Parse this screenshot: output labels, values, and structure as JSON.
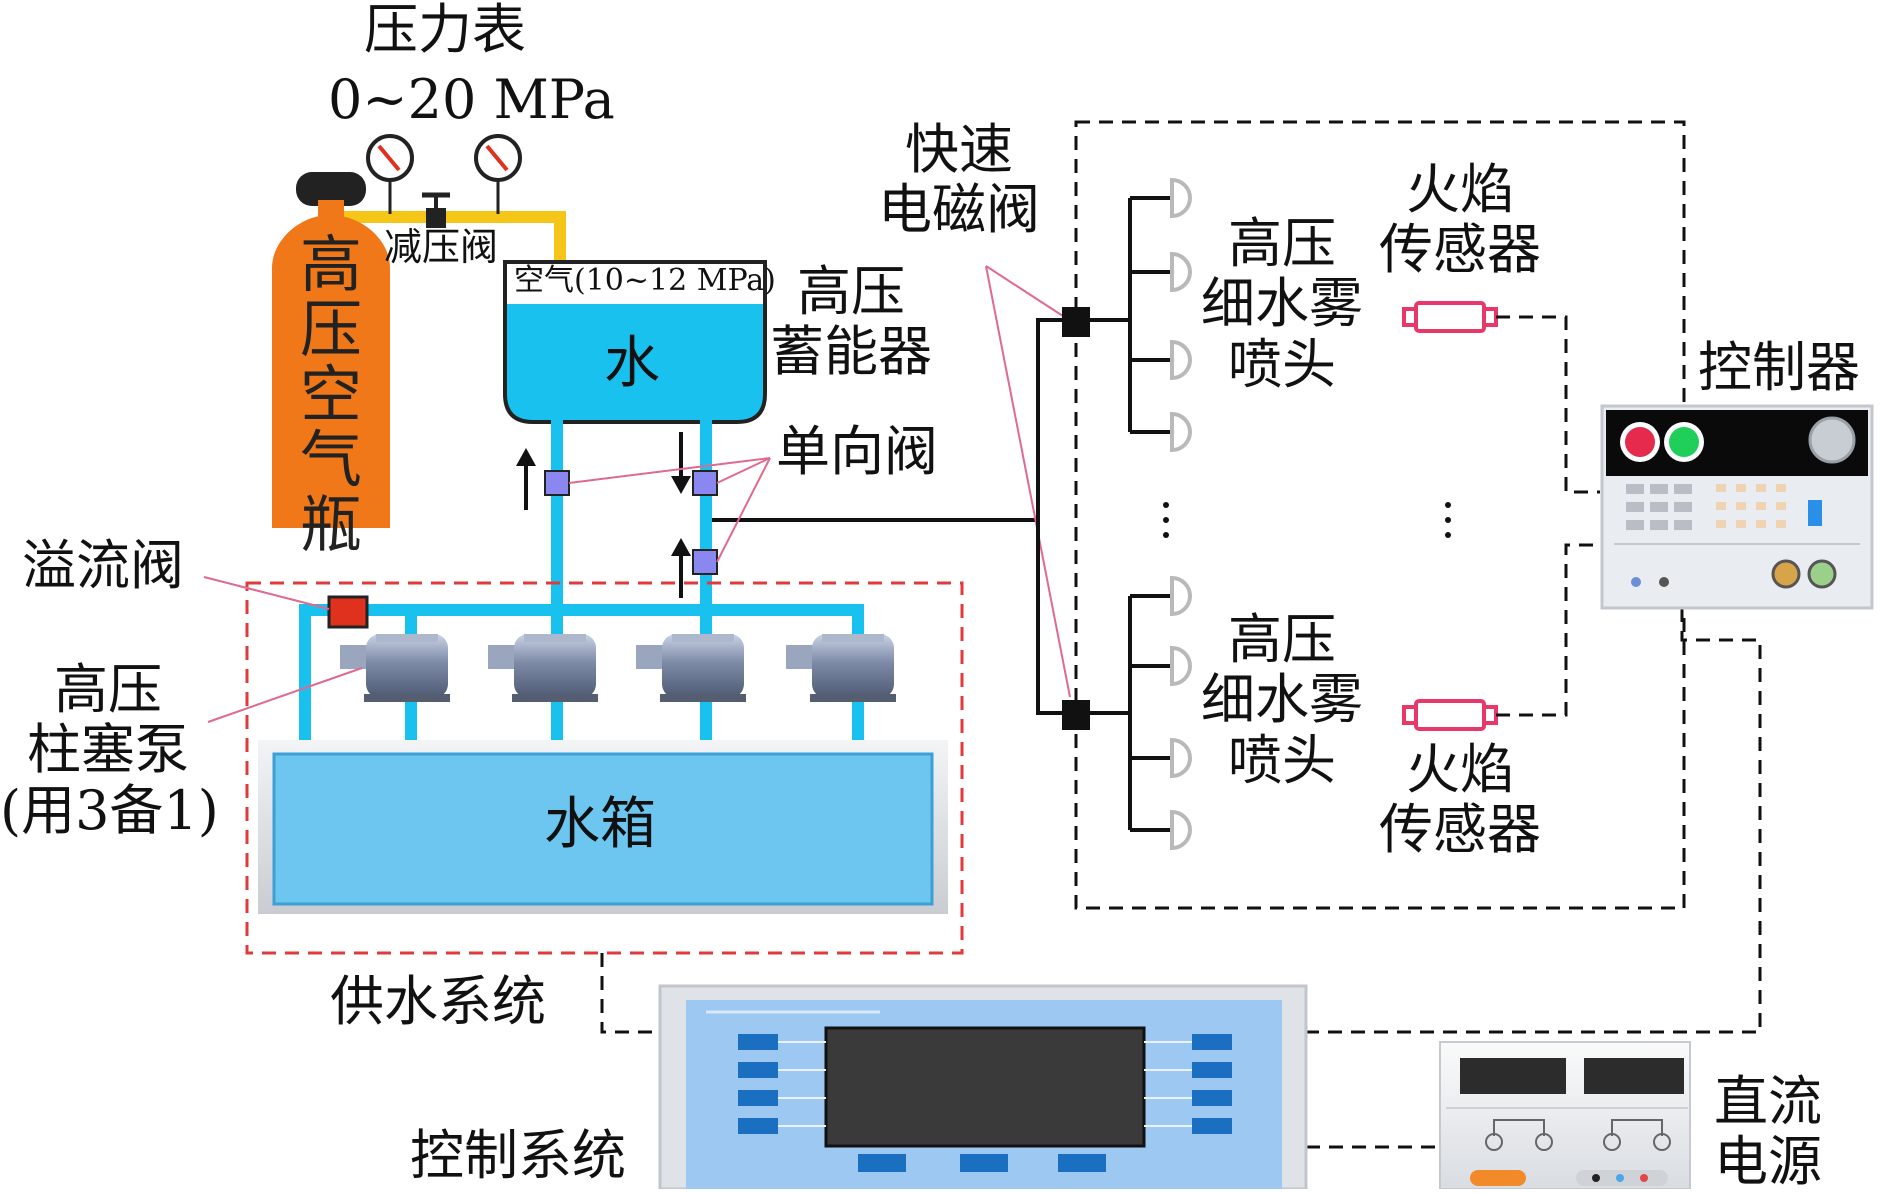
{
  "labels": {
    "pressure_gauge": "压力表",
    "gauge_range": "0~20 MPa",
    "reducing_valve": "减压阀",
    "air_bottle": [
      "高",
      "压",
      "空",
      "气",
      "瓶"
    ],
    "air_pressure": "空气(10~12 MPa)",
    "water": "水",
    "accumulator": [
      "高压",
      "蓄能器"
    ],
    "check_valve": "单向阀",
    "relief_valve": "溢流阀",
    "plunger_pump": [
      "高压",
      "柱塞泵",
      "(用3备1)"
    ],
    "water_tank": "水箱",
    "water_supply_system": "供水系统",
    "solenoid_valve": [
      "快速",
      "电磁阀"
    ],
    "nozzle_top": [
      "高压",
      "细水雾",
      "喷头"
    ],
    "nozzle_bottom": [
      "高压",
      "细水雾",
      "喷头"
    ],
    "flame_sensor_top": [
      "火焰",
      "传感器"
    ],
    "flame_sensor_bottom": [
      "火焰",
      "传感器"
    ],
    "controller": "控制器",
    "control_system": "控制系统",
    "dc_power": [
      "直流",
      "电源"
    ]
  },
  "colors": {
    "bottle": "#f07818",
    "pipe_air": "#f5c518",
    "pipe_water": "#19c2ee",
    "tank": "#6cc6f0",
    "relief_valve": "#e0301e",
    "check_valve": "#8a88f0",
    "annotation_line": "#e06a8e",
    "red_box": "#e03a3a",
    "sensor": "#e8386a",
    "nozzle": "#b9b9b9"
  }
}
